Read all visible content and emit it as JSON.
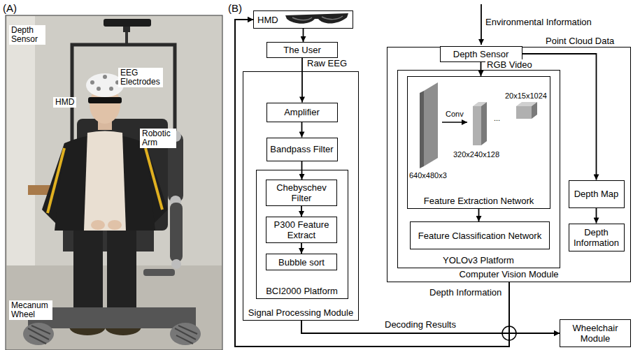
{
  "diagram": {
    "nodes": [
      {
        "text": [
          "HMD"
        ]
      },
      {
        "text": [
          "The User"
        ]
      },
      {
        "text": [
          "Signal Processing Module"
        ]
      },
      {
        "text": [
          "Amplifier"
        ],
        "in": 2
      },
      {
        "text": [
          "Bandpass Filter"
        ],
        "in": 2
      },
      {
        "text": [
          "BCI2000 Platform"
        ],
        "in": 2
      },
      {
        "text": [
          "Chebyschev Filter"
        ],
        "in": 5
      },
      {
        "text": [
          "P300 Feature Extract"
        ],
        "in": 5
      },
      {
        "text": [
          "Bubble sort"
        ],
        "in": 5
      },
      {
        "text": [
          "Computer Vision Module"
        ]
      },
      {
        "text": [
          "Depth Sensor"
        ],
        "in": 9
      },
      {
        "text": [
          "YOLOv3 Platform"
        ],
        "in": 9
      },
      {
        "text": [
          "Feature Extraction Network"
        ],
        "in": 11
      },
      {
        "text": [
          "Feature Classification Network"
        ],
        "in": 11
      },
      {
        "text": [
          "Depth Map"
        ],
        "in": 9
      },
      {
        "text": [
          "Depth Information"
        ],
        "in": 9
      },
      {
        "text": [
          "Wheelchair Module"
        ]
      }
    ],
    "edges": [
      {
        "from": 0,
        "to": 1,
        "arrow": "to"
      },
      {
        "from": 1,
        "to": 3,
        "label": "Raw EEG",
        "arrow": "to"
      },
      {
        "from": 3,
        "to": 4,
        "arrow": "to"
      },
      {
        "from": 4,
        "to": 6,
        "arrow": "to"
      },
      {
        "from": 6,
        "to": 7,
        "arrow": "to"
      },
      {
        "from": 7,
        "to": 8,
        "arrow": "to"
      },
      {
        "from": 10,
        "to": 12,
        "label": "RGB Video",
        "arrow": "to"
      },
      {
        "from": 12,
        "to": 13,
        "arrow": "to"
      },
      {
        "from": 10,
        "to": 14,
        "label": "Point Cloud Data",
        "arrow": "to"
      },
      {
        "from": 14,
        "to": 15,
        "arrow": "to"
      },
      {
        "from": 2,
        "to": 16,
        "label": "Decoding Results",
        "arrow": "to"
      },
      {
        "from": 9,
        "to": 16,
        "label": "Depth Information",
        "arrow": "to"
      },
      {
        "from": 2,
        "to": 0,
        "arrow": "to"
      },
      {
        "from": 9,
        "to": 0,
        "arrow": "to"
      }
    ],
    "labels": [
      "(A)",
      "Depth Sensor",
      "EEG Electrodes",
      "HMD",
      "Robotic Arm",
      "Mecanum Wheel",
      "(B)",
      "Environmental Information",
      "640x480x3",
      "Conv",
      "320x240x128",
      "...",
      "20x15x1024"
    ]
  }
}
